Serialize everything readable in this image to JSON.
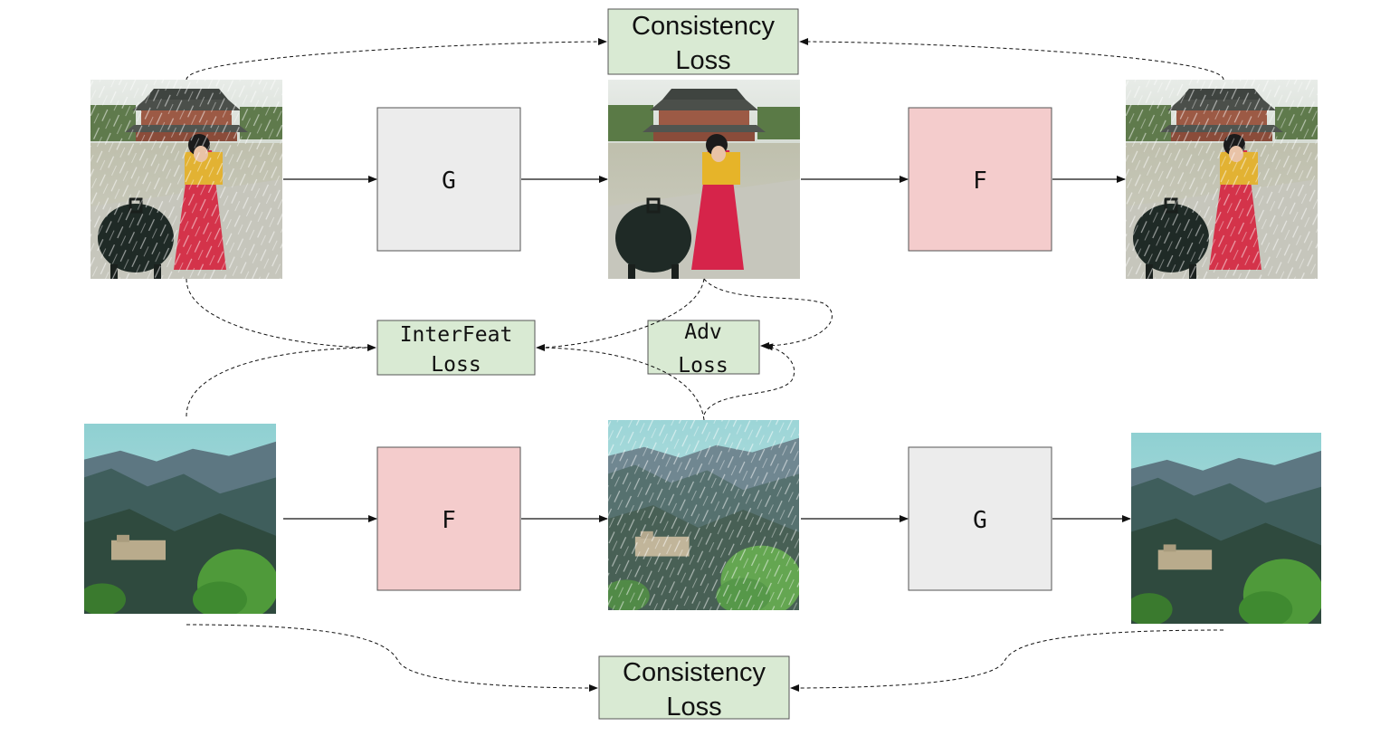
{
  "top_consistency": {
    "line1": "Consistency",
    "line2": "Loss"
  },
  "bottom_consistency": {
    "line1": "Consistency",
    "line2": "Loss"
  },
  "interfeat_loss": {
    "line1": "InterFeat",
    "line2": "Loss"
  },
  "adv_loss": {
    "line1": "Adv",
    "line2": "Loss"
  },
  "generators": {
    "top_first": "G",
    "top_second": "F",
    "bottom_first": "F",
    "bottom_second": "G"
  },
  "colors": {
    "loss_fill": "#d9ead3",
    "loss_stroke": "#555555",
    "g_fill": "#ececec",
    "f_fill": "#f4cccc",
    "arrow": "#111111"
  }
}
